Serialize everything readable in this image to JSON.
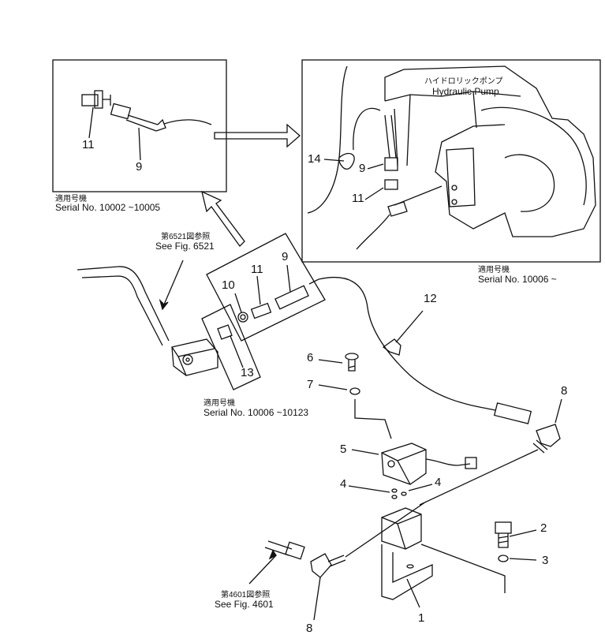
{
  "callouts": {
    "n1": "1",
    "n2": "2",
    "n3": "3",
    "n4a": "4",
    "n4b": "4",
    "n5": "5",
    "n6": "6",
    "n7": "7",
    "n8a": "8",
    "n8b": "8",
    "n9a": "9",
    "n9b": "9",
    "n9c": "9",
    "n10": "10",
    "n11a": "11",
    "n11b": "11",
    "n11c": "11",
    "n12": "12",
    "n13": "13",
    "n14": "14"
  },
  "labels": {
    "pump_jp": "ハイドロリックポンプ",
    "pump_en": "Hydraulic Pump",
    "serial_left_jp": "適用号機",
    "serial_left": "Serial No. 10002 ~10005",
    "serial_right_jp": "適用号機",
    "serial_right": "Serial No. 10006 ~",
    "serial_mid_jp": "適用号機",
    "serial_mid": "Serial No. 10006 ~10123",
    "fig6521_jp": "第6521図参照",
    "fig6521": "See Fig. 6521",
    "fig4601_jp": "第4601図参照",
    "fig4601": "See Fig. 4601"
  }
}
